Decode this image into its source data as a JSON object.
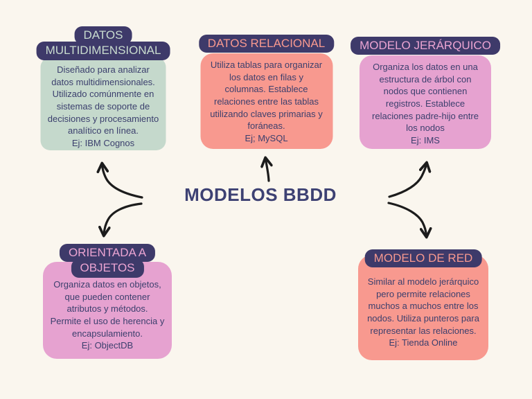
{
  "title": "MODELOS BBDD",
  "colors": {
    "background": "#faf6ee",
    "header_navy": "#3e3a6a",
    "mint": "#c5d9cc",
    "salmon": "#f8998f",
    "pink": "#e6a2d0",
    "body_text_navy": "#3b3f6d",
    "title_navy": "#3d4173",
    "arrow_black": "#1c1c1c"
  },
  "nodes": [
    {
      "id": "datos-multidimensional",
      "header_lines": [
        "DATOS",
        "MULTIDIMENSIONAL"
      ],
      "body_lines": [
        "Diseñado para analizar",
        "datos multidimensionales.",
        "Utilizado comúnmente en",
        "sistemas de soporte de",
        "decisiones y procesamiento",
        "analítico en línea.",
        "Ej:  IBM Cognos"
      ]
    },
    {
      "id": "datos-relacional",
      "header_lines": [
        "DATOS RELACIONAL"
      ],
      "body_lines": [
        "Utiliza tablas para organizar",
        "los datos en filas y",
        "columnas. Establece",
        "relaciones entre las tablas",
        "utilizando claves primarias y",
        "foráneas.",
        "Ej; MySQL"
      ]
    },
    {
      "id": "modelo-jerarquico",
      "header_lines": [
        "MODELO JERÁRQUICO"
      ],
      "body_lines": [
        "Organiza los datos en una",
        "estructura de árbol con",
        "nodos que contienen",
        "registros. Establece",
        "relaciones padre-hijo entre",
        "los nodos",
        "Ej: IMS"
      ]
    },
    {
      "id": "orientada-a-objetos",
      "header_lines": [
        "ORIENTADA A",
        "OBJETOS"
      ],
      "body_lines": [
        "Organiza datos en objetos,",
        "que pueden contener",
        "atributos y métodos.",
        "Permite el uso de herencia y",
        "encapsulamiento.",
        "Ej: ObjectDB"
      ]
    },
    {
      "id": "modelo-de-red",
      "header_lines": [
        "MODELO DE RED"
      ],
      "body_lines": [
        "Similar al modelo jerárquico",
        "pero permite relaciones",
        "muchos a muchos entre los",
        "nodos. Utiliza punteros para",
        "representar las relaciones.",
        "Ej: Tienda Online"
      ]
    }
  ]
}
